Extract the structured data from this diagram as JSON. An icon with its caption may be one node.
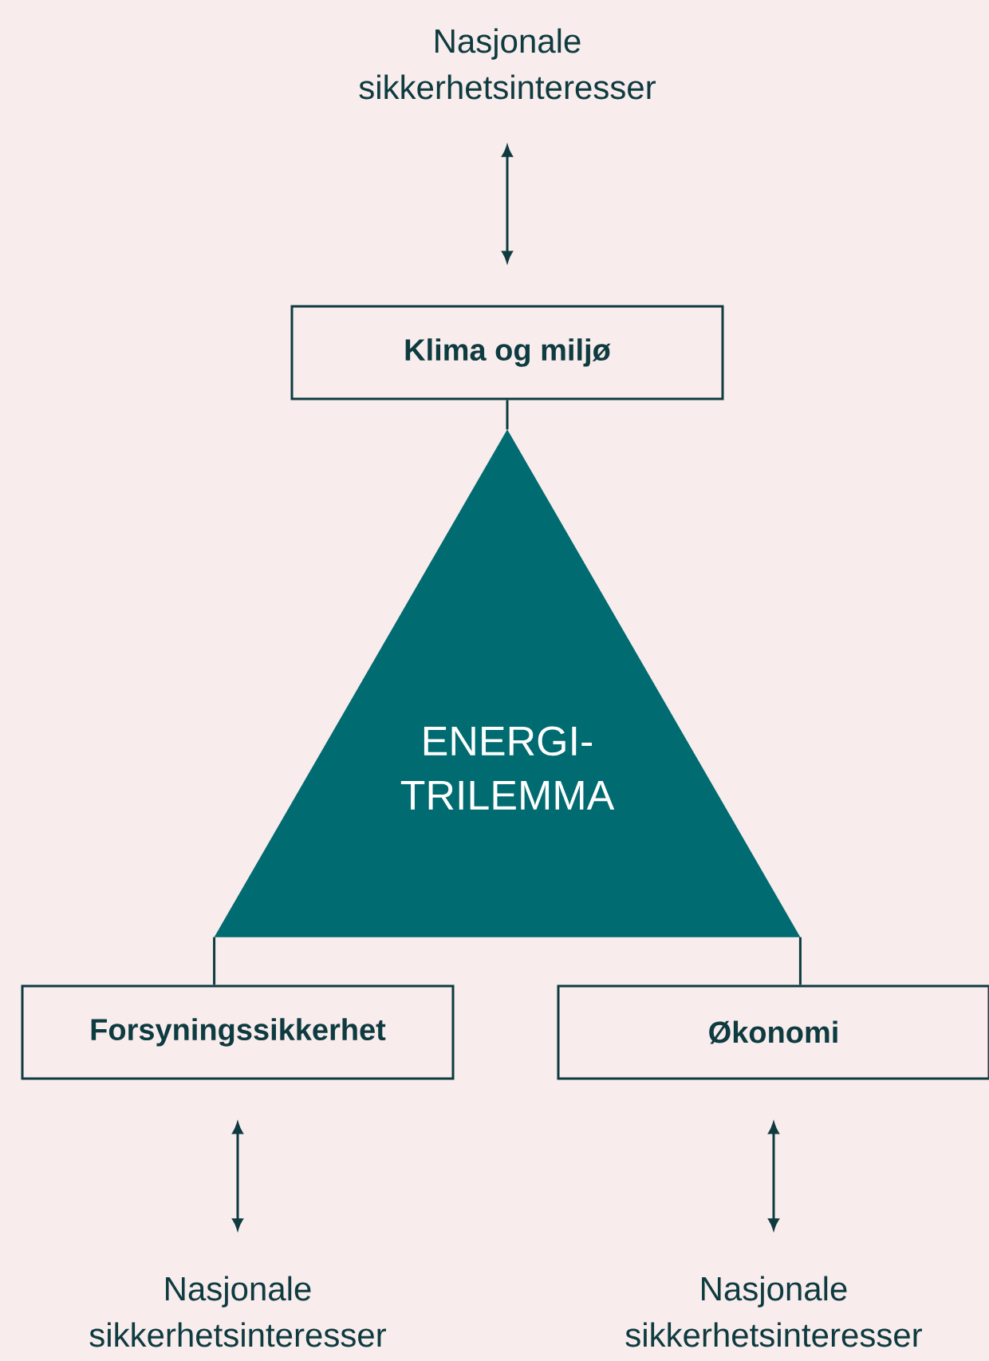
{
  "diagram": {
    "nodes": [
      {
        "text": [
          "Nasjonale sikkerhetsinteresser"
        ]
      },
      {
        "text": [
          "Klima og miljø"
        ]
      },
      {
        "text": [
          "ENERGI- TRILEMMA"
        ]
      },
      {
        "text": [
          "Forsyningssikkerhet"
        ]
      },
      {
        "text": [
          "Økonomi"
        ]
      },
      {
        "text": [
          "Nasjonale sikkerhetsinteresser"
        ]
      },
      {
        "text": [
          "Nasjonale sikkerhetsinteresser"
        ]
      }
    ],
    "edges": [
      {
        "from": 0,
        "to": 1,
        "arrow": "both"
      },
      {
        "from": 1,
        "to": 2,
        "arrow": "none"
      },
      {
        "from": 2,
        "to": 3,
        "arrow": "none"
      },
      {
        "from": 2,
        "to": 4,
        "arrow": "none"
      },
      {
        "from": 3,
        "to": 5,
        "arrow": "both"
      },
      {
        "from": 4,
        "to": 6,
        "arrow": "both"
      }
    ]
  }
}
